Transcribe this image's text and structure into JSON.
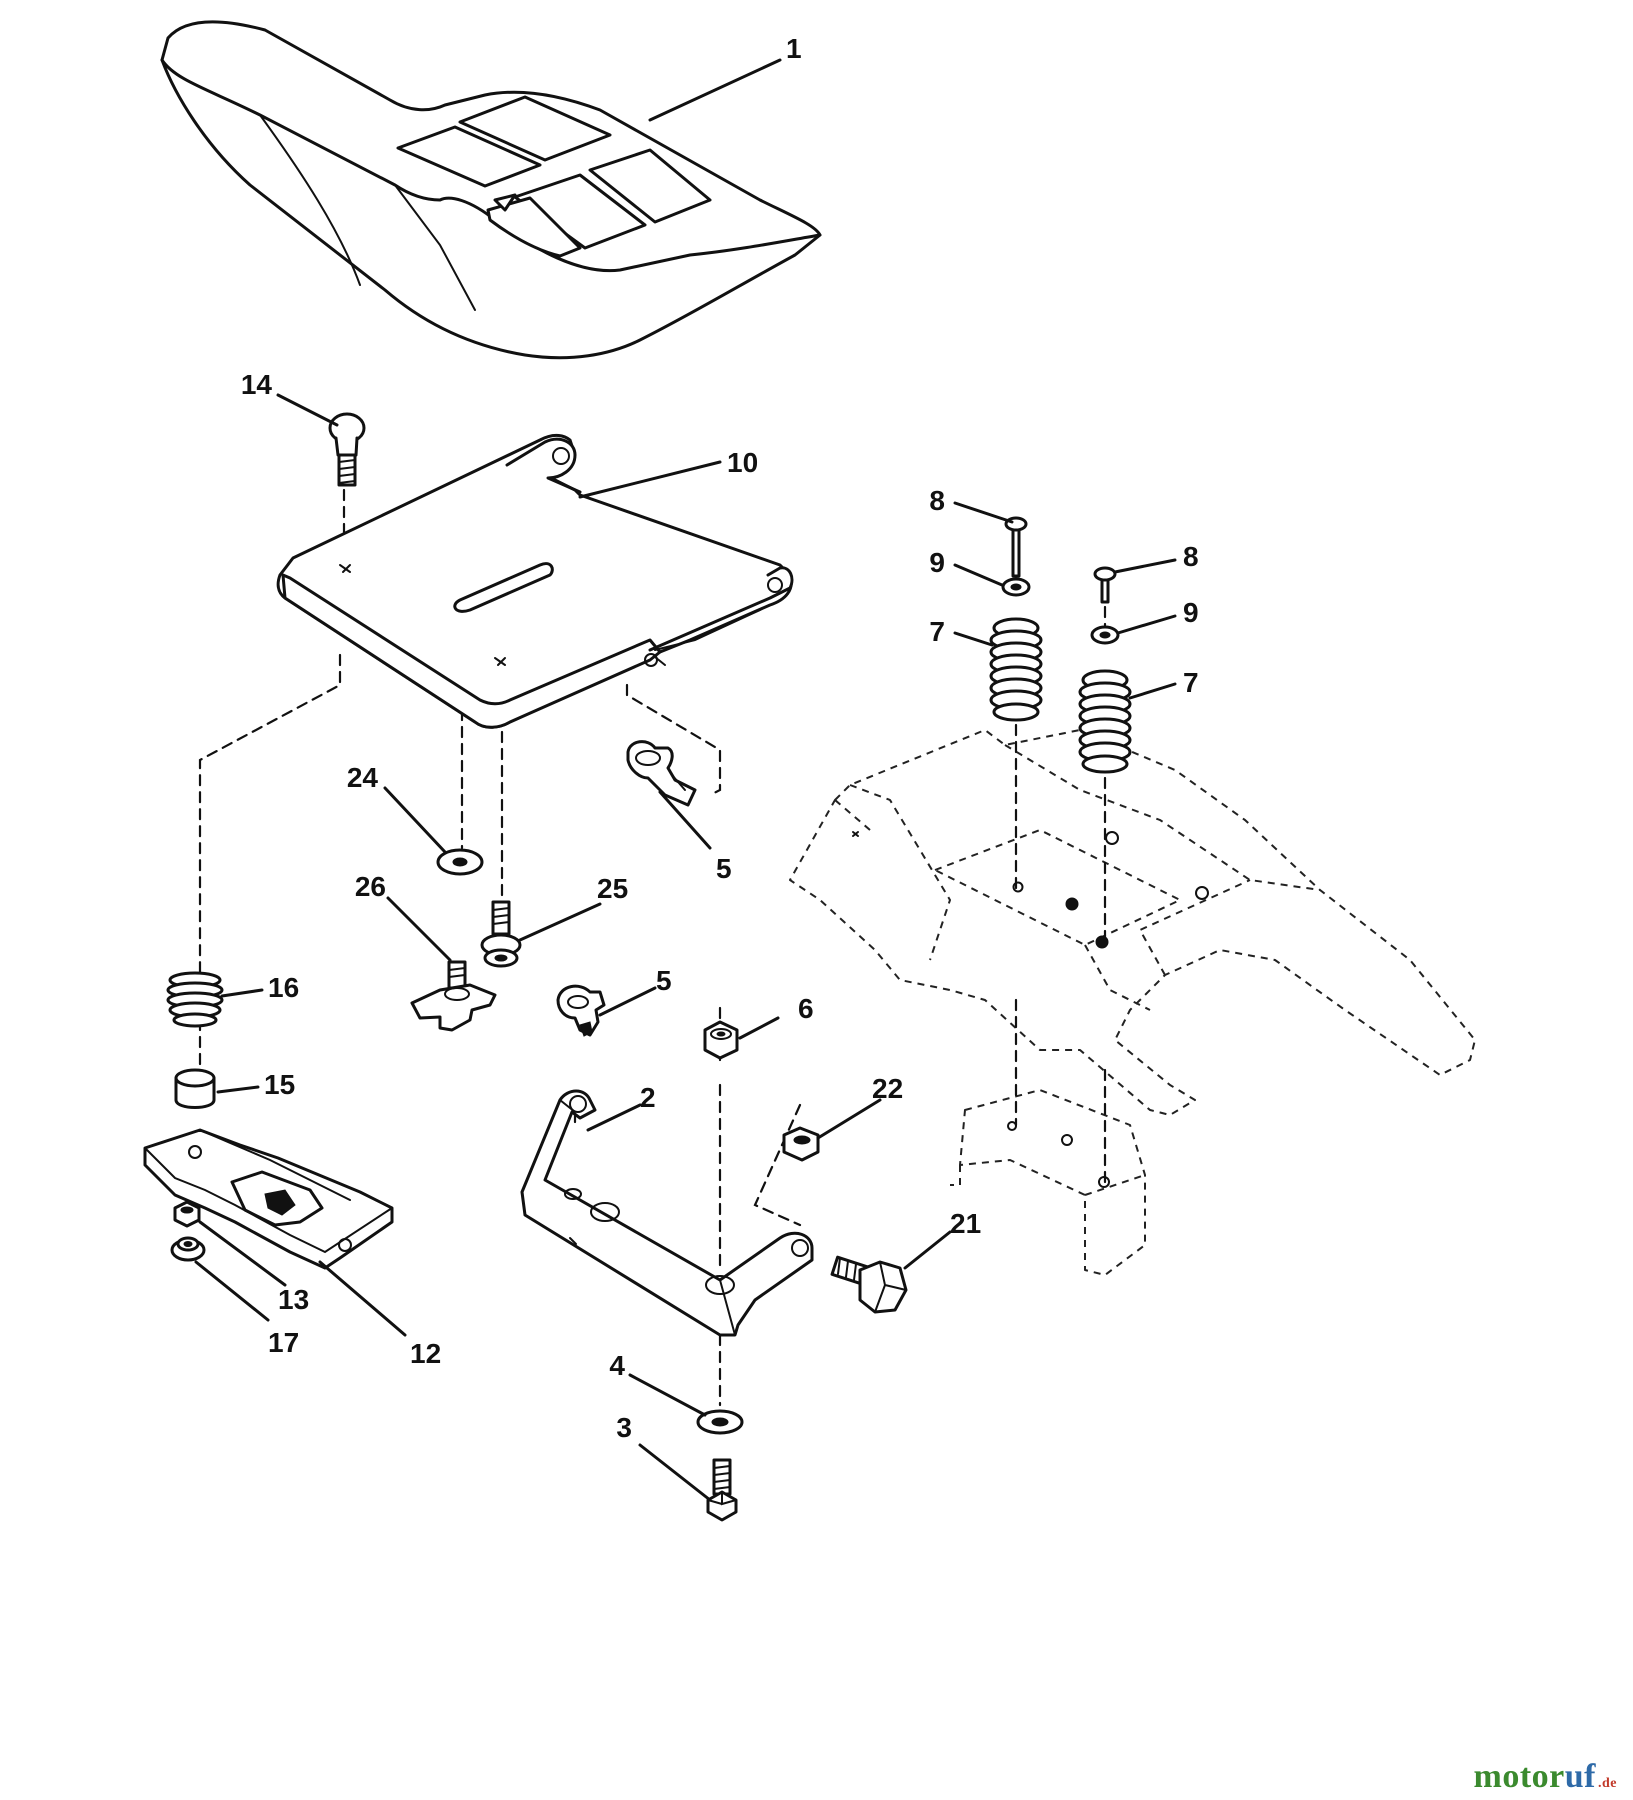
{
  "callouts": [
    {
      "id": "c1",
      "label": "1"
    },
    {
      "id": "c14",
      "label": "14"
    },
    {
      "id": "c10",
      "label": "10"
    },
    {
      "id": "c8a",
      "label": "8"
    },
    {
      "id": "c9a",
      "label": "9"
    },
    {
      "id": "c7a",
      "label": "7"
    },
    {
      "id": "c8b",
      "label": "8"
    },
    {
      "id": "c9b",
      "label": "9"
    },
    {
      "id": "c7b",
      "label": "7"
    },
    {
      "id": "c24",
      "label": "24"
    },
    {
      "id": "c5a",
      "label": "5"
    },
    {
      "id": "c26",
      "label": "26"
    },
    {
      "id": "c25",
      "label": "25"
    },
    {
      "id": "c16",
      "label": "16"
    },
    {
      "id": "c5b",
      "label": "5"
    },
    {
      "id": "c6",
      "label": "6"
    },
    {
      "id": "c15",
      "label": "15"
    },
    {
      "id": "c2",
      "label": "2"
    },
    {
      "id": "c22",
      "label": "22"
    },
    {
      "id": "c21",
      "label": "21"
    },
    {
      "id": "c13",
      "label": "13"
    },
    {
      "id": "c17",
      "label": "17"
    },
    {
      "id": "c12",
      "label": "12"
    },
    {
      "id": "c4",
      "label": "4"
    },
    {
      "id": "c3",
      "label": "3"
    }
  ],
  "watermark": {
    "motor": "motor",
    "uf": "uf",
    "de": ".de"
  }
}
